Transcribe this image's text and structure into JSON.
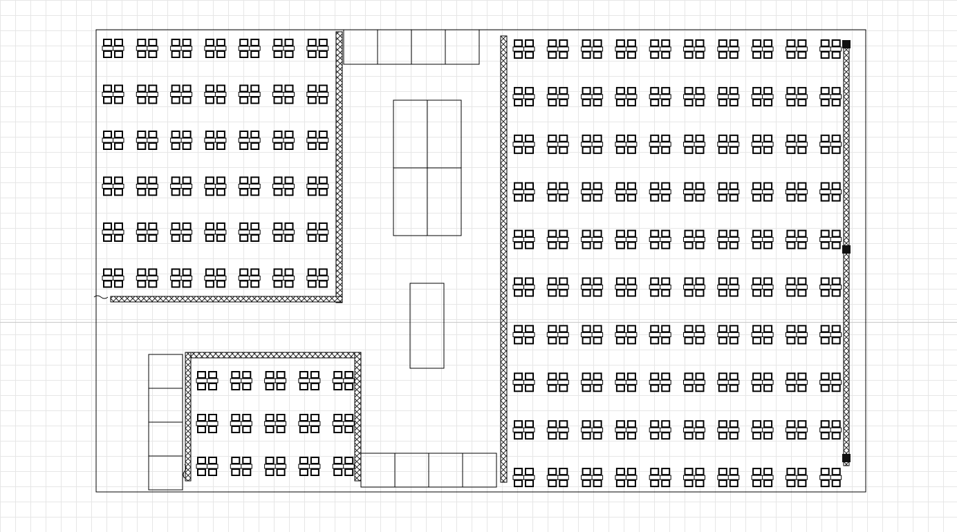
{
  "canvas": {
    "background": "#ffffff",
    "grid_color": "#e6e6e6",
    "line_color": "#000000"
  },
  "floor_plan": {
    "seating_blocks": [
      {
        "name": "top-left-seating",
        "rows": 6,
        "cols": 7,
        "pods": 42
      },
      {
        "name": "right-seating",
        "rows": 10,
        "cols": 10,
        "pods": 100
      },
      {
        "name": "bottom-left-seating",
        "rows": 3,
        "cols": 5,
        "pods": 15
      }
    ],
    "table_groups": [
      {
        "name": "top-table-row",
        "tables": 4
      },
      {
        "name": "center-table-block",
        "tables": 4
      },
      {
        "name": "center-single-table",
        "tables": 1
      },
      {
        "name": "left-table-column",
        "tables": 4
      },
      {
        "name": "bottom-table-row",
        "tables": 4
      }
    ],
    "partitions": 6
  }
}
